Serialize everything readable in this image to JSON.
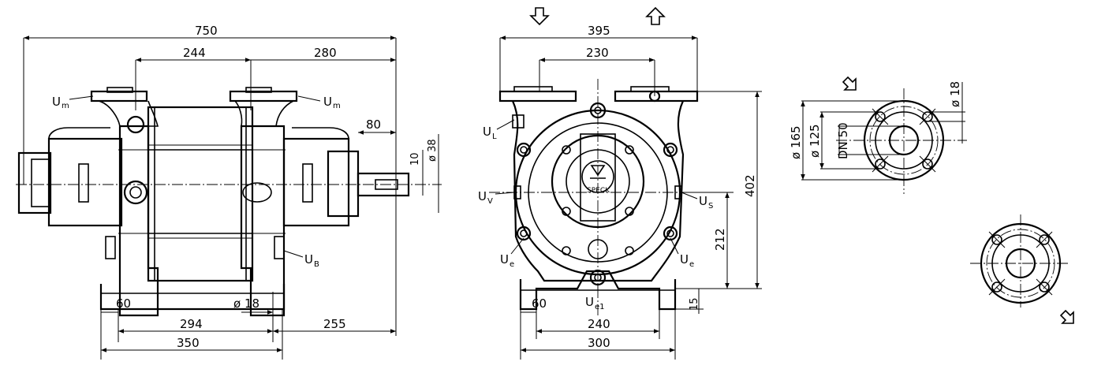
{
  "front_view": {
    "dim_overall": "750",
    "dim_port_left": "244",
    "dim_port_right": "280",
    "dim_shaft_len": "80",
    "dim_key": "10",
    "dim_shaft_dia": "ø 38",
    "dim_foot": "60",
    "dim_hole": "ø 18",
    "dim_base_holes": "294",
    "dim_shaft_end": "255",
    "dim_base": "350",
    "label_um_left": "U",
    "label_um_left_sub": "m",
    "label_um_right": "U",
    "label_um_right_sub": "m",
    "label_ub": "U",
    "label_ub_sub": "B"
  },
  "side_view": {
    "dim_width": "395",
    "dim_ports": "230",
    "dim_height": "402",
    "dim_axis": "212",
    "dim_foot_thk": "15",
    "dim_foot": "60",
    "dim_base_holes": "240",
    "dim_base": "300",
    "label_ul": "U",
    "label_ul_sub": "L",
    "label_uv": "U",
    "label_uv_sub": "V",
    "label_us": "U",
    "label_us_sub": "S",
    "label_ue_left": "U",
    "label_ue_left_sub": "e",
    "label_ue_right": "U",
    "label_ue_right_sub": "e",
    "label_ue1": "U",
    "label_ue1_sub": "e1",
    "logo_text": "SPECK"
  },
  "flange_view": {
    "dim_outer": "ø 165",
    "dim_bolt_circle": "ø 125",
    "dim_nominal": "DN 50",
    "dim_hole": "ø 18"
  },
  "icons": [
    "arrow-inlet-icon",
    "arrow-outlet-icon",
    "flange-flow-arrow-icon"
  ]
}
